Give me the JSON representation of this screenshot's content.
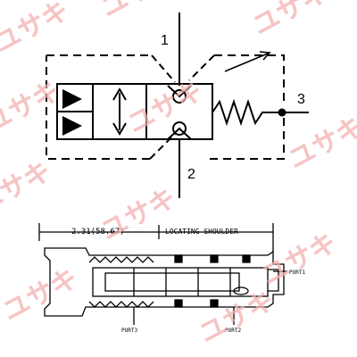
{
  "schematic": {
    "port_labels": [
      "1",
      "2",
      "3"
    ]
  },
  "section_drawing": {
    "dimension_label": "2.31(58.67)",
    "shoulder_label": "LOCATING SHOULDER",
    "port_labels": [
      "PORT1",
      "PORT3",
      "PORT2"
    ]
  },
  "watermark": {
    "text": "ユサキ",
    "color": "#f3b1b1"
  }
}
